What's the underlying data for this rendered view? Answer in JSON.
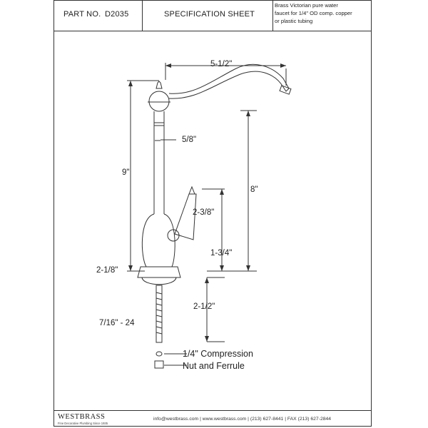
{
  "header": {
    "part_label": "PART NO.",
    "part_number": "D2035",
    "title": "SPECIFICATION SHEET",
    "description_lines": [
      "Brass Victorian pure water",
      "faucet for 1/4\" OD comp. copper",
      "or plastic tubing"
    ]
  },
  "dimensions": {
    "spout_reach": "5-1/2\"",
    "stem_diameter": "5/8\"",
    "total_height": "9\"",
    "spout_height": "8\"",
    "handle_height": "2-3/8\"",
    "body_height": "1-3/4\"",
    "base_diameter": "2-1/8\"",
    "shank_length": "2-1/2\"",
    "thread": "7/16\" - 24"
  },
  "notes": {
    "compression_line1": "1/4\" Compression",
    "compression_line2": "Nut and Ferrule"
  },
  "footer": {
    "brand": "WESTBRASS",
    "tagline": "Fine Decorative Plumbing Since 1935",
    "contact": "info@westbrass.com | www.westbrass.com | (213) 627-8441 | FAX (213) 627-2844"
  }
}
